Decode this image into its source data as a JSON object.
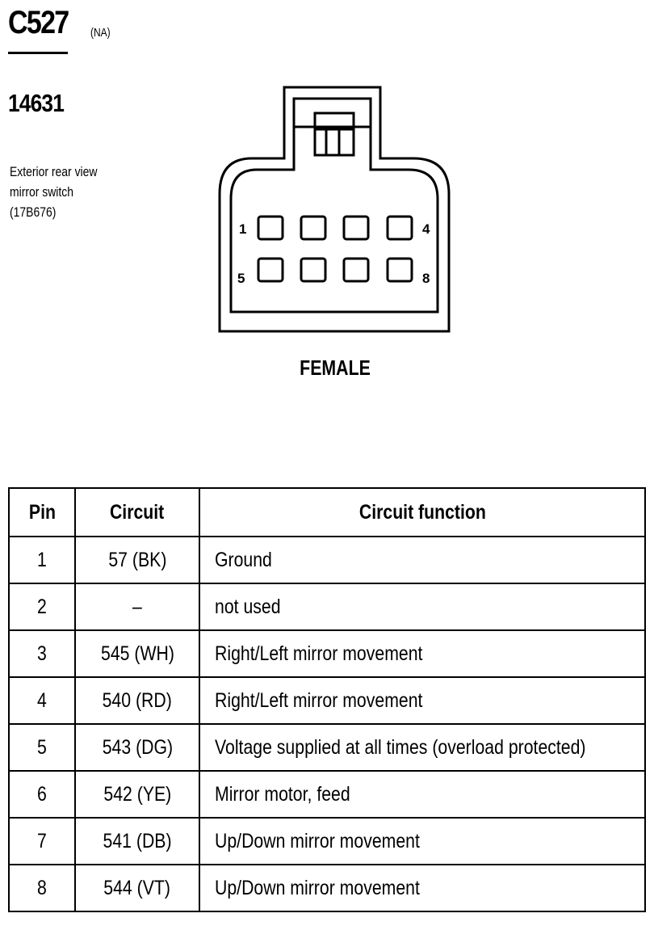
{
  "connector": {
    "id": "C527",
    "note": "(NA)",
    "part_number": "14631",
    "description_lines": [
      "Exterior rear view",
      "mirror switch",
      "(17B676)"
    ],
    "gender": "FEMALE",
    "pin_labels": {
      "top_left": "1",
      "top_right": "4",
      "bottom_left": "5",
      "bottom_right": "8"
    }
  },
  "table": {
    "headers": {
      "pin": "Pin",
      "circuit": "Circuit",
      "function": "Circuit function"
    },
    "rows": [
      {
        "pin": "1",
        "circuit": "57 (BK)",
        "function": "Ground"
      },
      {
        "pin": "2",
        "circuit": "–",
        "function": "not used"
      },
      {
        "pin": "3",
        "circuit": "545 (WH)",
        "function": "Right/Left mirror movement"
      },
      {
        "pin": "4",
        "circuit": "540 (RD)",
        "function": "Right/Left mirror movement"
      },
      {
        "pin": "5",
        "circuit": "543 (DG)",
        "function": "Voltage supplied at all times (overload protected)"
      },
      {
        "pin": "6",
        "circuit": "542 (YE)",
        "function": "Mirror motor, feed"
      },
      {
        "pin": "7",
        "circuit": "541 (DB)",
        "function": "Up/Down mirror movement"
      },
      {
        "pin": "8",
        "circuit": "544 (VT)",
        "function": "Up/Down mirror movement"
      }
    ]
  }
}
